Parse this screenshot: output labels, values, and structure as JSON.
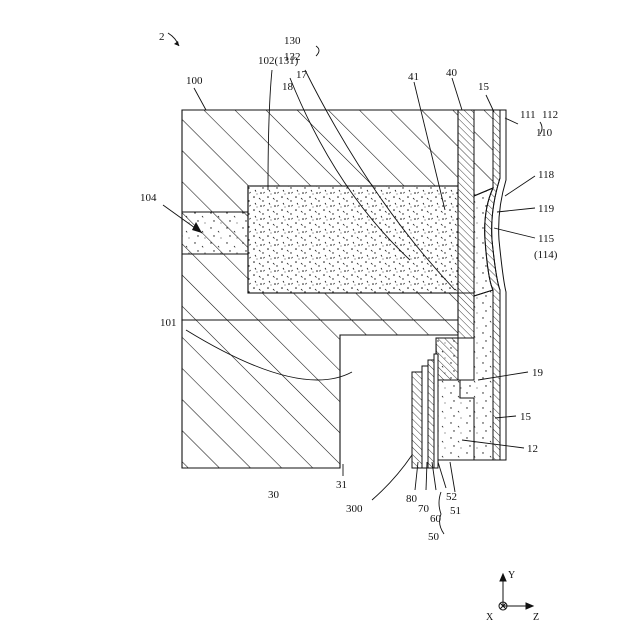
{
  "figure": {
    "number": "2"
  },
  "labels": {
    "l100": "100",
    "l102": "102(131)",
    "l130": "130",
    "l132": "132",
    "l17": "17",
    "l18": "18",
    "l41": "41",
    "l40": "40",
    "l15a": "15",
    "l111": "111",
    "l112": "112",
    "l110": "110",
    "l104": "104",
    "l118": "118",
    "l119": "119",
    "l115": "115",
    "l114": "(114)",
    "l101": "101",
    "l19": "19",
    "l15b": "15",
    "l12": "12",
    "l30": "30",
    "l31": "31",
    "l300": "300",
    "l80": "80",
    "l70": "70",
    "l60": "60",
    "l52": "52",
    "l51": "51",
    "l50": "50"
  },
  "axes": {
    "y": "Y",
    "x": "X",
    "z": "Z"
  },
  "colors": {
    "ink": "#111111",
    "paper": "#ffffff"
  }
}
